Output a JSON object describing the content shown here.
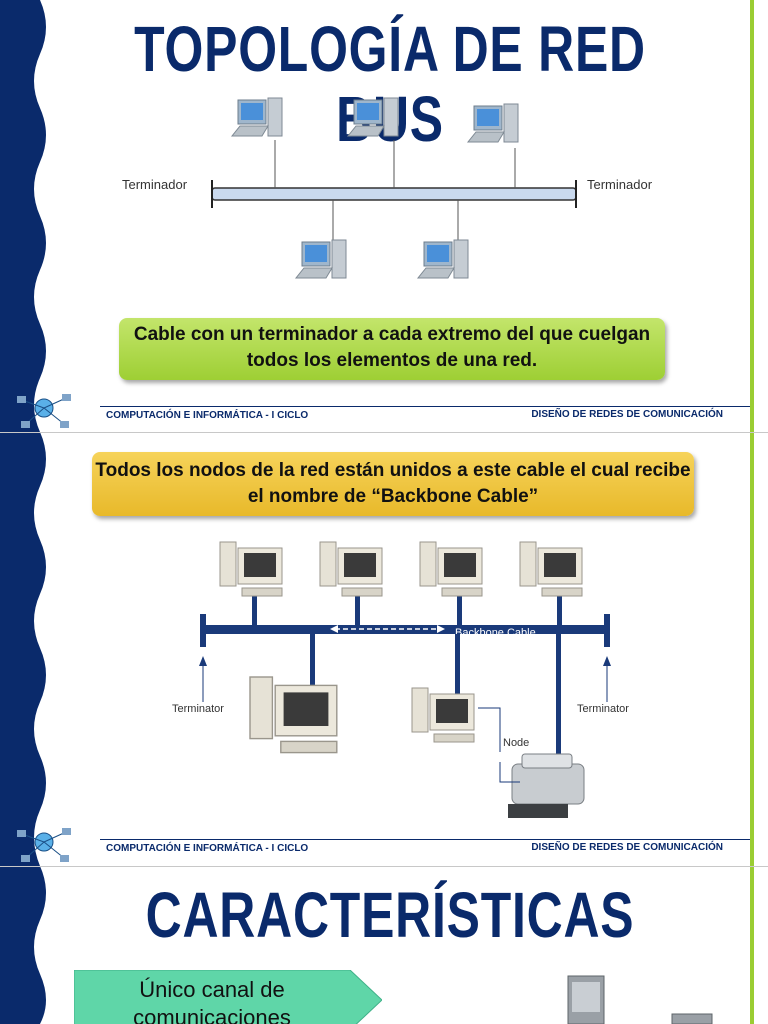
{
  "slide1": {
    "title": "TOPOLOGÍA DE RED BUS",
    "terminator_left": "Terminador",
    "terminator_right": "Terminador",
    "callout": "Cable con un terminador a cada extremo del que cuelgan todos los elementos de una red.",
    "footer_left": "COMPUTACIÓN E INFORMÁTICA - I CICLO",
    "footer_right": "DISEÑO DE REDES DE COMUNICACIÓN"
  },
  "slide2": {
    "callout": "Todos los nodos de la red están unidos a este cable el cual recibe el nombre de “Backbone Cable”",
    "backbone_label": "Backbone Cable",
    "terminator_left": "Terminator",
    "terminator_right": "Terminator",
    "node_label": "Node",
    "footer_left": "COMPUTACIÓN E INFORMÁTICA - I CICLO",
    "footer_right": "DISEÑO DE REDES DE COMUNICACIÓN"
  },
  "slide3": {
    "title": "CARACTERÍSTICAS",
    "arrow_text": "Único canal de comunicaciones"
  },
  "colors": {
    "navy": "#0a2a6b",
    "green_accent": "#9acd32",
    "callout_green": "#a8d43e",
    "callout_yellow": "#eec23a",
    "callout_teal": "#5fd6a8",
    "bus_blue": "#1a3a7a"
  },
  "icons": [
    "network-globe-logo-icon",
    "computer-icon",
    "printer-icon"
  ]
}
